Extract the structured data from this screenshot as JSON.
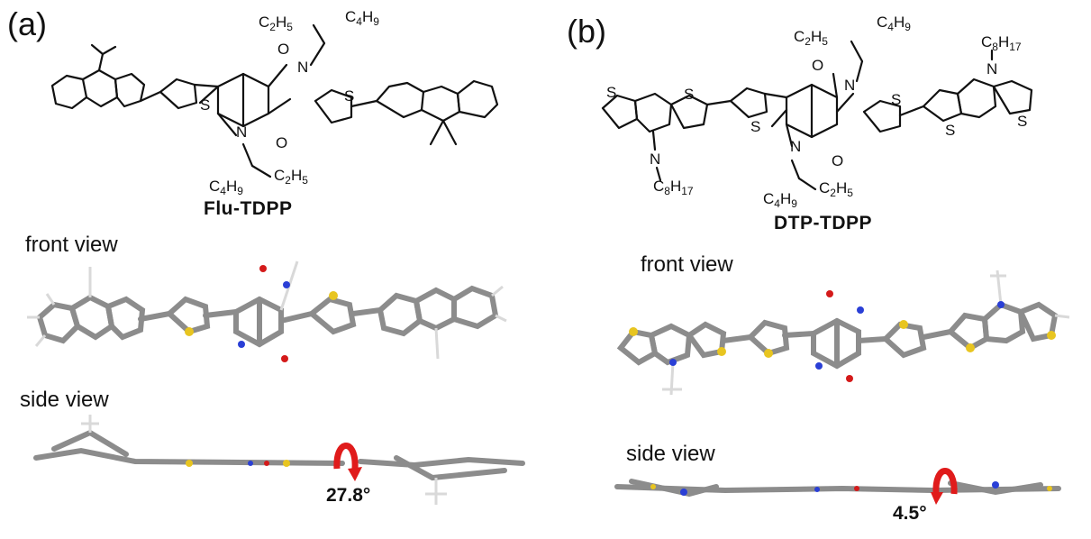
{
  "panels": [
    {
      "label": "(a)",
      "molecule_name": "Flu-TDPP",
      "front_view_label": "front view",
      "side_view_label": "side view",
      "twist_angle": "27.8°",
      "substituents": {
        "ethyl": "C2H5",
        "butyl": "C4H9"
      }
    },
    {
      "label": "(b)",
      "molecule_name": "DTP-TDPP",
      "front_view_label": "front view",
      "side_view_label": "side view",
      "twist_angle": "4.5°",
      "substituents": {
        "ethyl": "C2H5",
        "butyl": "C4H9",
        "octyl": "C8H17"
      }
    }
  ],
  "atom_labels": {
    "sulfur": "S",
    "nitrogen": "N",
    "oxygen": "O"
  },
  "colors": {
    "carbon": "#8c8c8c",
    "hydrogen": "#d9d9d9",
    "sulfur": "#e8c520",
    "nitrogen": "#2a3fd6",
    "oxygen": "#d41a1a",
    "rotation_arrow": "#e01b1b",
    "bond_line": "#111111"
  }
}
